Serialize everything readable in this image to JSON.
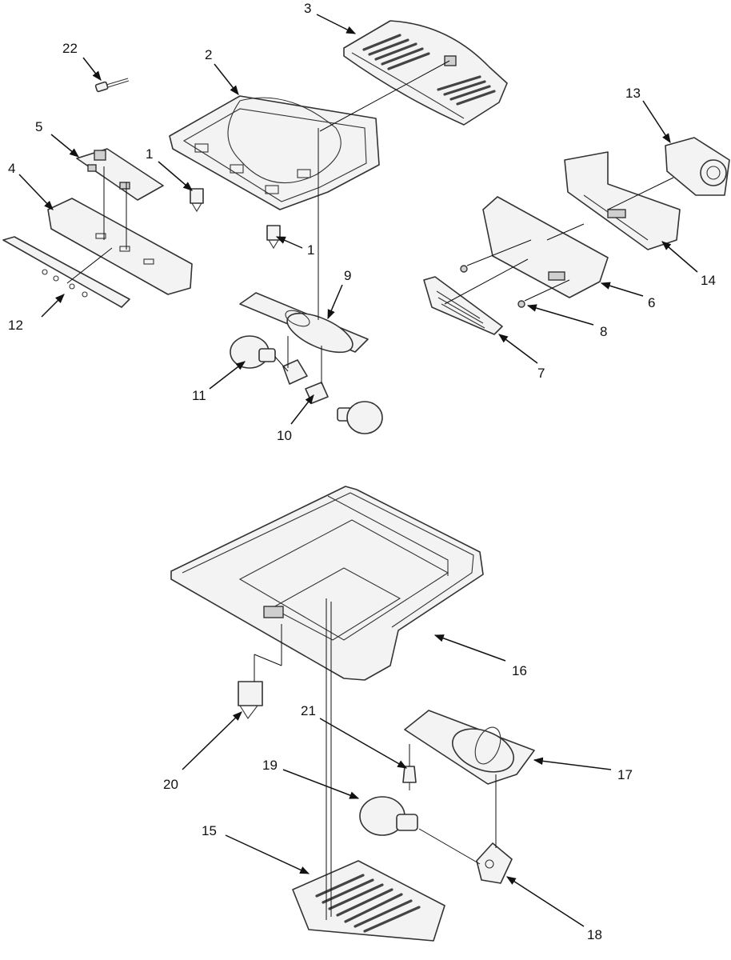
{
  "callouts": {
    "c1a": "1",
    "c1b": "1",
    "c2": "2",
    "c3": "3",
    "c4": "4",
    "c5": "5",
    "c6": "6",
    "c7": "7",
    "c8": "8",
    "c9": "9",
    "c10": "10",
    "c11": "11",
    "c12": "12",
    "c13": "13",
    "c14": "14",
    "c15": "15",
    "c16": "16",
    "c17": "17",
    "c18": "18",
    "c19": "19",
    "c20": "20",
    "c21": "21",
    "c22": "22"
  }
}
